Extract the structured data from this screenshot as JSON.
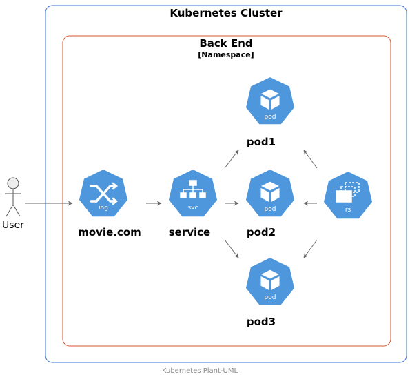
{
  "cluster": {
    "title": "Kubernetes Cluster",
    "border_color": "#3b6fd4"
  },
  "namespace": {
    "title": "Back End",
    "subtitle": "[Namespace]",
    "border_color": "#d3542e"
  },
  "actor": {
    "label": "User"
  },
  "nodes": [
    {
      "id": "ing",
      "icon": "ingress-icon",
      "kind": "ing",
      "label": "movie.com"
    },
    {
      "id": "svc",
      "icon": "service-icon",
      "kind": "svc",
      "label": "service"
    },
    {
      "id": "pod1",
      "icon": "pod-icon",
      "kind": "pod",
      "label": "pod1"
    },
    {
      "id": "pod2",
      "icon": "pod-icon",
      "kind": "pod",
      "label": "pod2"
    },
    {
      "id": "pod3",
      "icon": "pod-icon",
      "kind": "pod",
      "label": "pod3"
    },
    {
      "id": "rs",
      "icon": "replicaset-icon",
      "kind": "rs",
      "label": ""
    }
  ],
  "edges": [
    {
      "from": "User",
      "to": "ing"
    },
    {
      "from": "ing",
      "to": "svc"
    },
    {
      "from": "svc",
      "to": "pod1"
    },
    {
      "from": "svc",
      "to": "pod2"
    },
    {
      "from": "svc",
      "to": "pod3"
    },
    {
      "from": "rs",
      "to": "pod1"
    },
    {
      "from": "rs",
      "to": "pod2"
    },
    {
      "from": "rs",
      "to": "pod3"
    }
  ],
  "icon_color": "#4f97dc",
  "footer": "Kubernetes Plant-UML"
}
